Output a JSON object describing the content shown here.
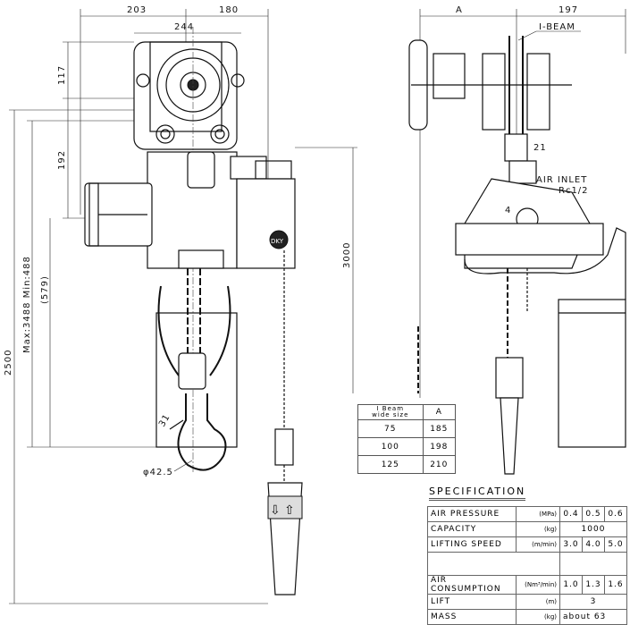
{
  "front_view": {
    "dim_203": "203",
    "dim_180": "180",
    "dim_244": "244",
    "dim_117": "117",
    "dim_192": "192",
    "dim_2500": "2500",
    "dim_lift": "Max:3488 Min:488",
    "dim_579": "(579)",
    "dim_3000": "3000",
    "dim_31": "31",
    "dim_hook": "φ42.5",
    "logo": "DKY",
    "arrow_up": "⇧",
    "arrow_down": "⇩"
  },
  "side_view": {
    "dim_a": "A",
    "dim_197": "197",
    "i_beam": "I-BEAM",
    "dim_21": "21",
    "air_inlet": "AIR INLET",
    "rc": "Rc1/2",
    "dim_4": "4"
  },
  "beam_table": {
    "header_1": "I Beam",
    "header_2": "wide size",
    "header_a": "A",
    "rows": [
      {
        "size": "75",
        "a": "185"
      },
      {
        "size": "100",
        "a": "198"
      },
      {
        "size": "125",
        "a": "210"
      }
    ]
  },
  "specification": {
    "title": "SPECIFICATION",
    "rows": [
      {
        "label": "AIR PRESSURE",
        "unit": "(MPa)",
        "values": [
          "0.4",
          "0.5",
          "0.6"
        ]
      },
      {
        "label": "CAPACITY",
        "unit": "(kg)",
        "value": "1000"
      },
      {
        "label": "LIFTING SPEED",
        "unit": "(m/min)",
        "values": [
          "3.0",
          "4.0",
          "5.0"
        ]
      },
      {
        "label": "AIR CONSUMPTION",
        "unit": "(Nm³/min)",
        "values": [
          "1.0",
          "1.3",
          "1.6"
        ]
      },
      {
        "label": "LIFT",
        "unit": "(m)",
        "value": "3"
      },
      {
        "label": "MASS",
        "unit": "(kg)",
        "value": "about 63"
      }
    ]
  }
}
